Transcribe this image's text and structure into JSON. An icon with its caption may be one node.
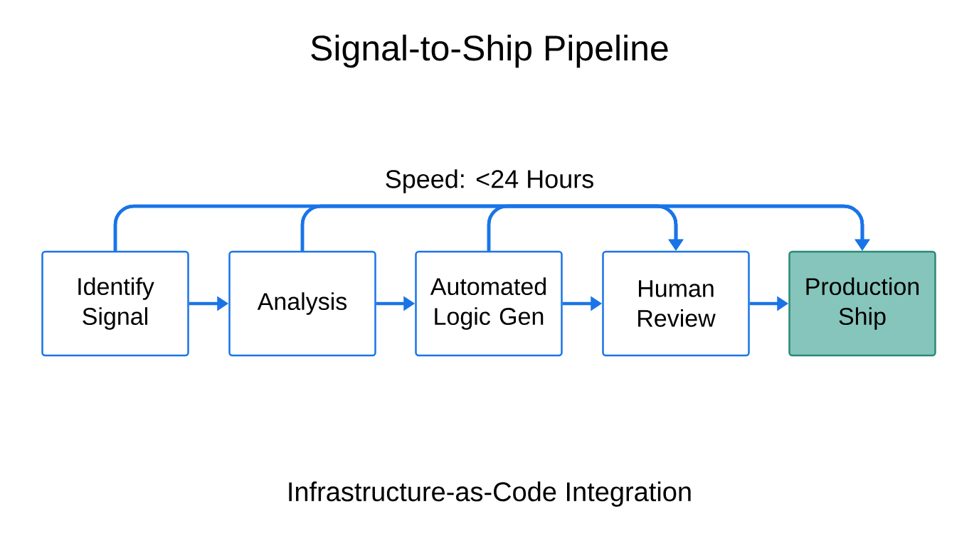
{
  "diagram": {
    "title": "Signal-to-Ship Pipeline",
    "caption": "Infrastructure-as-Code Integration",
    "nodes": [
      {
        "text": [
          "Identify Signal"
        ]
      },
      {
        "text": [
          "Analysis"
        ]
      },
      {
        "text": [
          "Automated Logic Gen"
        ]
      },
      {
        "text": [
          "Human Review"
        ]
      },
      {
        "text": [
          "Production Ship"
        ]
      }
    ],
    "edges": [
      {
        "from": 0,
        "to": 1,
        "arrow": "to"
      },
      {
        "from": 1,
        "to": 2,
        "arrow": "to"
      },
      {
        "from": 2,
        "to": 3,
        "arrow": "to"
      },
      {
        "from": 3,
        "to": 4,
        "arrow": "to"
      },
      {
        "from": 0,
        "to": 3,
        "arrow": "to"
      },
      {
        "from": 0,
        "to": 4,
        "arrow": "to"
      },
      {
        "from": 1,
        "to": 3,
        "arrow": "to"
      },
      {
        "from": 1,
        "to": 4,
        "arrow": "to"
      },
      {
        "from": 2,
        "to": 3,
        "arrow": "to"
      },
      {
        "from": 2,
        "to": 4,
        "arrow": "to"
      }
    ],
    "labels": [
      "Speed: <24 Hours"
    ]
  }
}
